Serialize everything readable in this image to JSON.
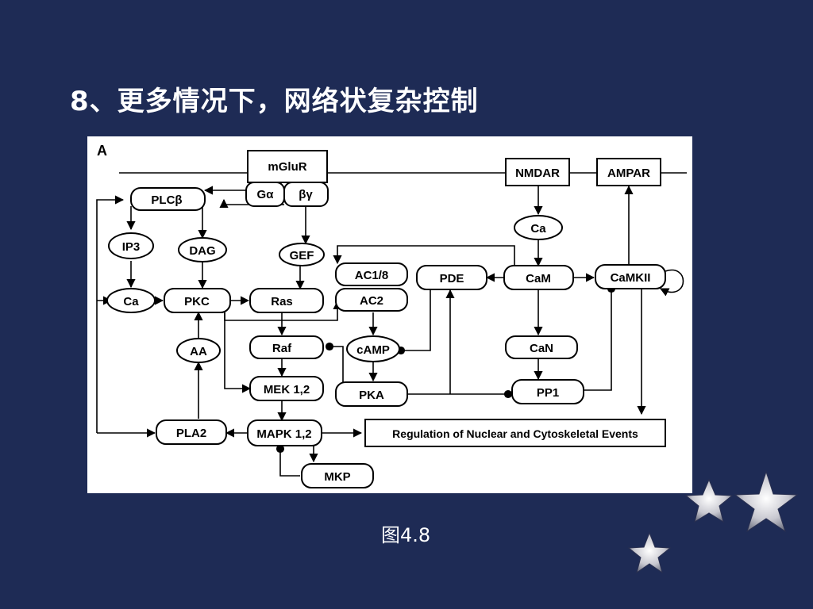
{
  "slide": {
    "title": "8、更多情况下，网络状复杂控制",
    "caption": "图4.8"
  },
  "diagram": {
    "panel_label": "A",
    "nodes": {
      "mGluR": "mGluR",
      "Galpha": "Gα",
      "betagamma": "βγ",
      "NMDAR": "NMDAR",
      "AMPAR": "AMPAR",
      "PLCb": "PLCβ",
      "IP3": "IP3",
      "DAG": "DAG",
      "GEF": "GEF",
      "Ca1": "Ca",
      "Ca2": "Ca",
      "AC18": "AC1/8",
      "AC2": "AC2",
      "PDE": "PDE",
      "CaM": "CaM",
      "CaMKII": "CaMKII",
      "PKC": "PKC",
      "Ras": "Ras",
      "Raf": "Raf",
      "cAMP": "cAMP",
      "CaN": "CaN",
      "AA": "AA",
      "MEK": "MEK 1,2",
      "PKA": "PKA",
      "PP1": "PP1",
      "PLA2": "PLA2",
      "MAPK": "MAPK 1,2",
      "Regulation": "Regulation of Nuclear and Cytoskeletal Events",
      "MKP": "MKP"
    }
  }
}
